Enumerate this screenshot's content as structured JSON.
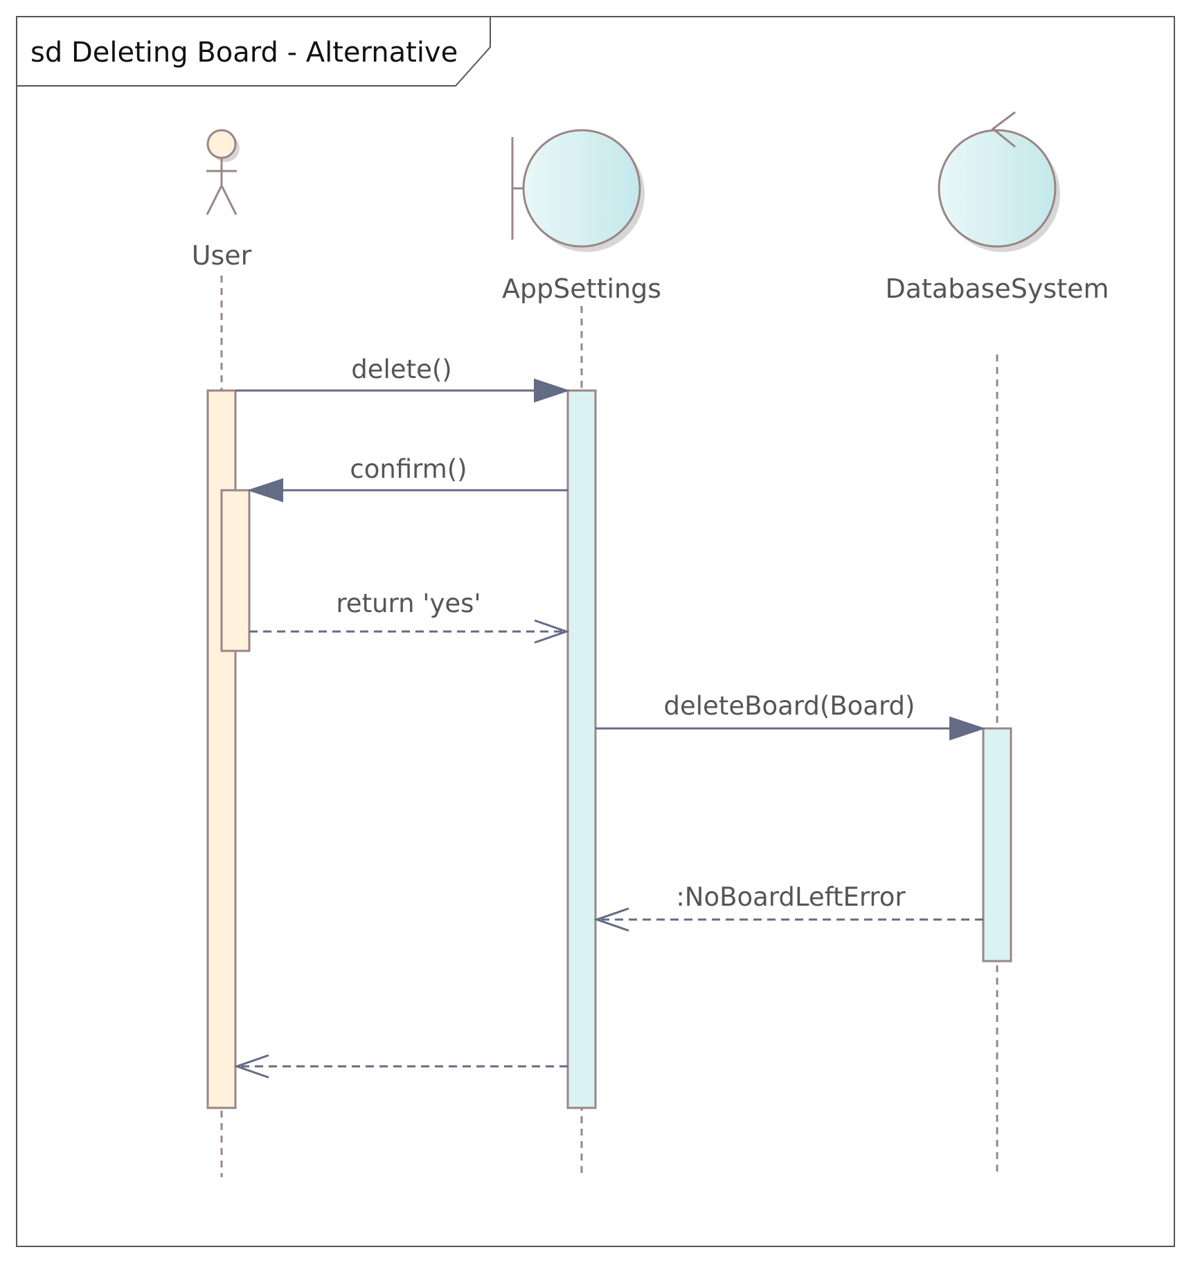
{
  "frame": {
    "title": "sd Deleting Board - Alternative"
  },
  "participants": [
    {
      "id": "user",
      "name": "User",
      "kind": "actor",
      "icon": "actor-icon"
    },
    {
      "id": "appsettings",
      "name": "AppSettings",
      "kind": "boundary",
      "icon": "boundary-icon"
    },
    {
      "id": "database",
      "name": "DatabaseSystem",
      "kind": "control",
      "icon": "control-icon"
    }
  ],
  "messages": [
    {
      "id": "delete",
      "label": "delete()",
      "from": "User",
      "to": "AppSettings",
      "style": "sync"
    },
    {
      "id": "confirm",
      "label": "confirm()",
      "from": "AppSettings",
      "to": "User",
      "style": "sync"
    },
    {
      "id": "return-yes",
      "label": "return 'yes'",
      "from": "User",
      "to": "AppSettings",
      "style": "reply"
    },
    {
      "id": "delete-board",
      "label": "deleteBoard(Board)",
      "from": "AppSettings",
      "to": "DatabaseSystem",
      "style": "sync"
    },
    {
      "id": "no-board-left-error",
      "label": ":NoBoardLeftError",
      "from": "DatabaseSystem",
      "to": "AppSettings",
      "style": "reply"
    },
    {
      "id": "final-return",
      "label": "",
      "from": "AppSettings",
      "to": "User",
      "style": "reply"
    }
  ],
  "colors": {
    "border": "#9a8585",
    "message_line": "#646b85",
    "actor_fill": "#fff1dc",
    "lifeline_fill": "#daf2f3",
    "frame_border": "#555555"
  }
}
